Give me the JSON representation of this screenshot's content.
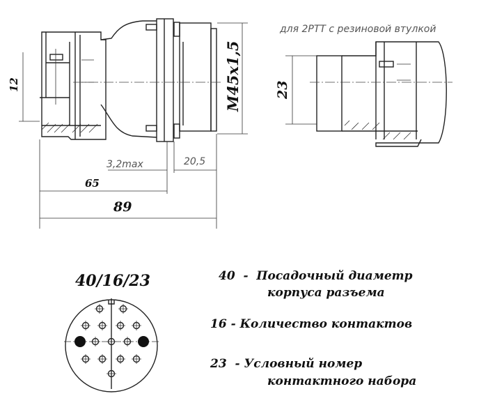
{
  "main_view": {
    "dim_12": "12",
    "dim_thread": "M45x1,5",
    "dim_3_2max": "3,2max",
    "dim_20_5": "20,5",
    "dim_65": "65",
    "dim_89": "89"
  },
  "side_view": {
    "caption": "для 2РТТ с резиновой втулкой",
    "dim_23": "23"
  },
  "code": {
    "title": "40/16/23",
    "pins_small": 14,
    "pins_key": 2
  },
  "legend": [
    {
      "num": "40",
      "sep": "-",
      "line1": "Посадочный диаметр",
      "line2": "корпуса разъема"
    },
    {
      "num": "16",
      "sep": "-",
      "line1": "Количество контактов"
    },
    {
      "num": "23",
      "sep": "-",
      "line1": "Условный номер",
      "line2": "контактного набора"
    }
  ]
}
